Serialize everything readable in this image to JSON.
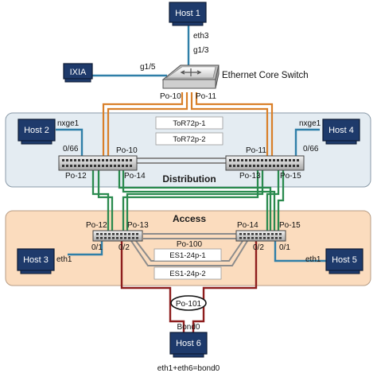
{
  "hosts": {
    "host1": "Host 1",
    "host2": "Host 2",
    "host3": "Host 3",
    "host4": "Host 4",
    "host5": "Host 5",
    "host6": "Host 6",
    "ixia": "IXIA"
  },
  "core": {
    "name": "Ethernet Core Switch",
    "port_host1": "g1/3",
    "port_ixia": "g1/5",
    "po_left": "Po-10",
    "po_right": "Po-11"
  },
  "host1_iface": "eth3",
  "distribution": {
    "title": "Distribution",
    "links": [
      "ToR72p-1",
      "ToR72p-2"
    ],
    "left": {
      "host_iface": "nxge1",
      "host_port": "0/66",
      "po_up": "Po-10",
      "po_a": "Po-12",
      "po_b": "Po-14"
    },
    "right": {
      "host_iface": "nxge1",
      "host_port": "0/66",
      "po_up": "Po-11",
      "po_a": "Po-13",
      "po_b": "Po-15"
    }
  },
  "access": {
    "title": "Access",
    "peer_link": "Po-100",
    "links": [
      "ES1-24p-1",
      "ES1-24p-2"
    ],
    "left": {
      "po_a": "Po-12",
      "po_b": "Po-13",
      "port_host": "0/1",
      "port_bond": "0/2",
      "host_iface": "eth1"
    },
    "right": {
      "po_a": "Po-14",
      "po_b": "Po-15",
      "port_host": "0/1",
      "port_bond": "0/2",
      "host_iface": "eth1"
    }
  },
  "bond": {
    "po": "Po-101",
    "iface": "Bond0",
    "note": "eth1+eth6=bond0"
  },
  "colors": {
    "host_fill": "#1e3a6b",
    "distribution_bg": "#e4ecf2",
    "access_bg": "#fbdcbe",
    "link_orange": "#d97f28",
    "link_green": "#2a8a4e",
    "link_blue": "#2f7fa8",
    "link_red": "#8e1d1d"
  }
}
